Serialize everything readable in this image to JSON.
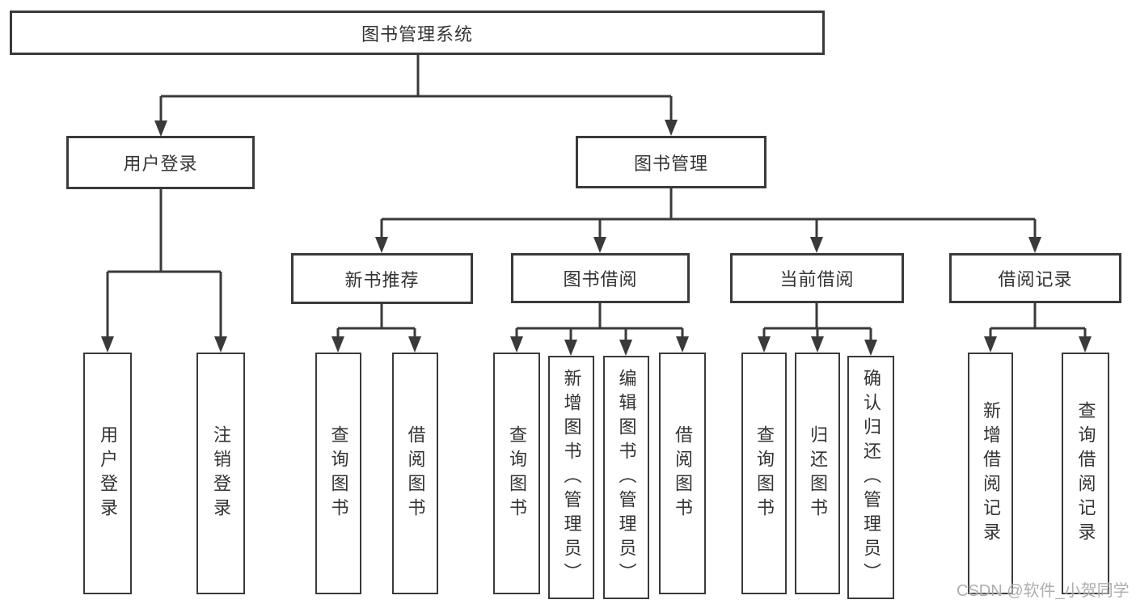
{
  "diagram": {
    "root": {
      "label": "图书管理系统"
    },
    "level2": [
      {
        "label": "用户登录"
      },
      {
        "label": "图书管理"
      }
    ],
    "level3": [
      {
        "label": "新书推荐"
      },
      {
        "label": "图书借阅"
      },
      {
        "label": "当前借阅"
      },
      {
        "label": "借阅记录"
      }
    ],
    "leaves": {
      "user_login_children": [
        "用户登录",
        "注销登录"
      ],
      "new_book_children": [
        "查询图书",
        "借阅图书"
      ],
      "book_borrow_children": [
        "查询图书",
        "新增图书（管理员）",
        "编辑图书（管理员）",
        "借阅图书"
      ],
      "current_borrow_children": [
        "查询图书",
        "归还图书",
        "确认归还（管理员）"
      ],
      "borrow_record_children": [
        "新增借阅记录",
        "查询借阅记录"
      ]
    }
  },
  "watermark": {
    "text": "CSDN @软件_小贺同学"
  },
  "colors": {
    "line": "#3a3a3a",
    "text": "#333333",
    "box_background": "#ffffff",
    "watermark": "#a0a0a0"
  }
}
